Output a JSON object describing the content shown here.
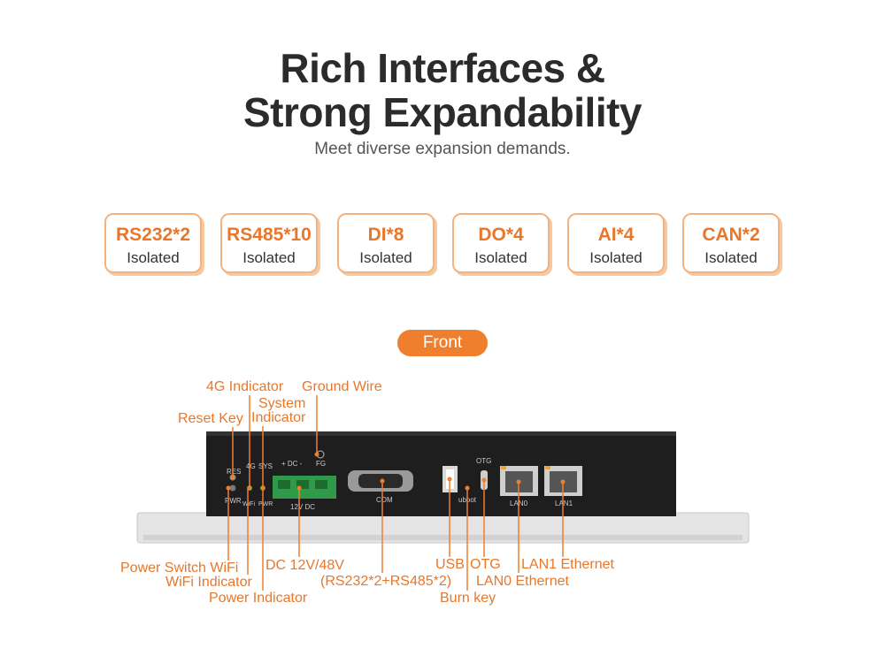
{
  "header": {
    "title_line1": "Rich Interfaces &",
    "title_line2": "Strong Expandability",
    "subtitle": "Meet diverse expansion demands."
  },
  "features": [
    {
      "name": "RS232*2",
      "sub": "Isolated"
    },
    {
      "name": "RS485*10",
      "sub": "Isolated"
    },
    {
      "name": "DI*8",
      "sub": "Isolated"
    },
    {
      "name": "DO*4",
      "sub": "Isolated"
    },
    {
      "name": "AI*4",
      "sub": "Isolated"
    },
    {
      "name": "CAN*2",
      "sub": "Isolated"
    }
  ],
  "view_label": "Front",
  "panel_labels": {
    "res": "RES",
    "pwr": "PWR",
    "led_4g": "4G",
    "sys": "SYS",
    "wifi": "WiFi",
    "pwr_led": "PWR",
    "dc_top": "+ DC -",
    "fg": "FG",
    "dc_bottom": "12V DC",
    "com": "COM",
    "otg": "OTG",
    "uboot": "uboot",
    "lan0": "LAN0",
    "lan1": "LAN1"
  },
  "callouts": {
    "g4_indicator": "4G Indicator",
    "ground_wire": "Ground Wire",
    "system_indicator_1": "System",
    "system_indicator_2": "Indicator",
    "reset_key": "Reset Key",
    "power_switch": "Power Switch WiFi",
    "wifi_indicator": "WiFi Indicator",
    "power_indicator": "Power Indicator",
    "dc": "DC 12V/48V",
    "com": "(RS232*2+RS485*2)",
    "usb": "USB",
    "otg": "OTG",
    "burn_key": "Burn key",
    "lan1": "LAN1 Ethernet",
    "lan0": "LAN0 Ethernet"
  },
  "colors": {
    "accent": "#ef7f2c",
    "accent_text": "#e8772b",
    "device_body": "#1e1e1e",
    "bezel": "#e4e4e4"
  }
}
